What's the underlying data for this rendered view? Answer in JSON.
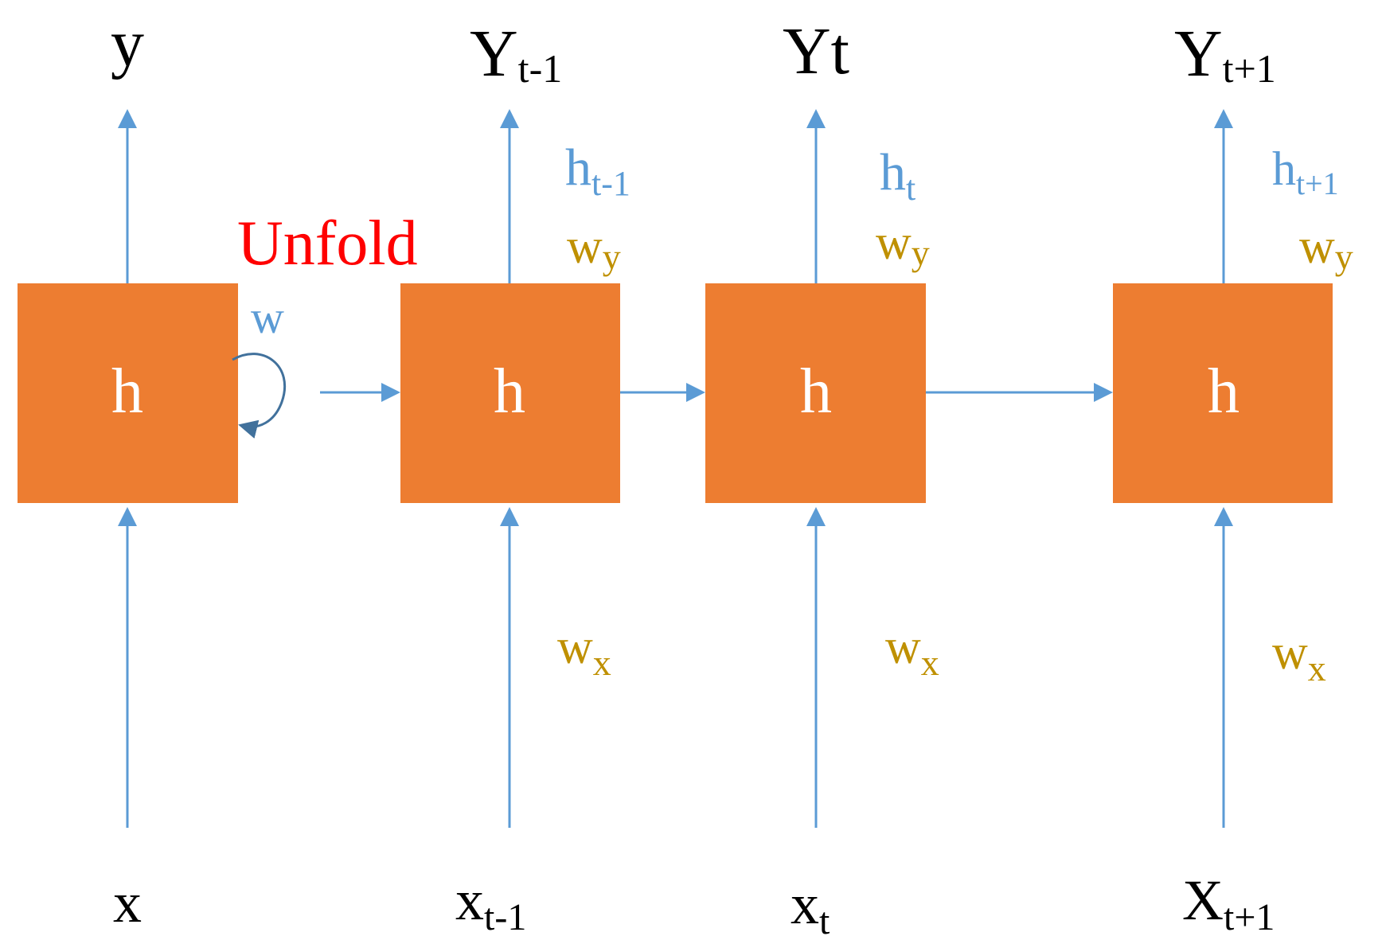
{
  "colors": {
    "cell": "#ED7D31",
    "arrow": "#5B9BD5",
    "weight": "#BF9000",
    "hidden": "#5B9BD5",
    "unfold": "#FF0000",
    "loop": "#41719C",
    "text": "#000000",
    "cell_text": "#FFFFFF"
  },
  "folded": {
    "cell_label": "h",
    "output": "y",
    "input": "x",
    "recurrent_weight": "w",
    "unfold_label": "Unfold"
  },
  "steps": [
    {
      "cell_label": "h",
      "output_main": "Y",
      "output_sub": "t-1",
      "input_main": "x",
      "input_sub": "t-1",
      "hidden_main": "h",
      "hidden_sub": "t-1",
      "wy_main": "w",
      "wy_sub": "y",
      "wx_main": "w",
      "wx_sub": "x"
    },
    {
      "cell_label": "h",
      "output_main": "Yt",
      "output_sub": "",
      "input_main": "x",
      "input_sub": "t",
      "hidden_main": "h",
      "hidden_sub": "t",
      "wy_main": "w",
      "wy_sub": "y",
      "wx_main": "w",
      "wx_sub": "x"
    },
    {
      "cell_label": "h",
      "output_main": "Y",
      "output_sub": "t+1",
      "input_main": "X",
      "input_sub": "t+1",
      "hidden_main": "h",
      "hidden_sub": "t+1",
      "wy_main": "w",
      "wy_sub": "y",
      "wx_main": "w",
      "wx_sub": "x"
    }
  ]
}
